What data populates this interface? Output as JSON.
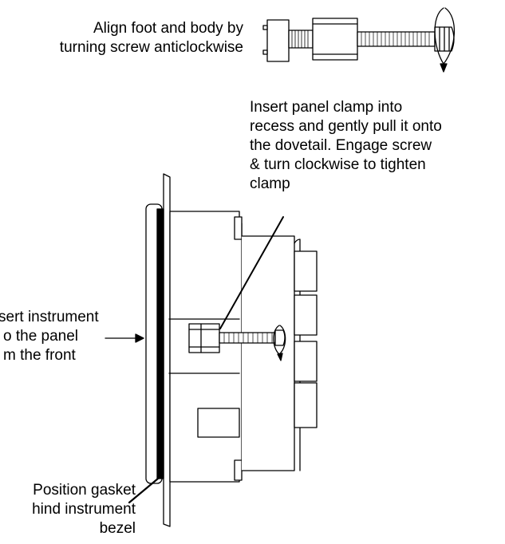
{
  "captions": {
    "align": [
      "Align foot and body by",
      "turning screw anticlockwise"
    ],
    "clamp": [
      "Insert panel clamp into",
      "recess and gently pull it onto",
      "the dovetail. Engage screw",
      "& turn clockwise to tighten",
      "clamp"
    ],
    "insert": [
      "sert instrument",
      "o the panel",
      "m the front"
    ],
    "gasket": [
      "Position gasket",
      "hind instrument",
      "bezel"
    ]
  }
}
